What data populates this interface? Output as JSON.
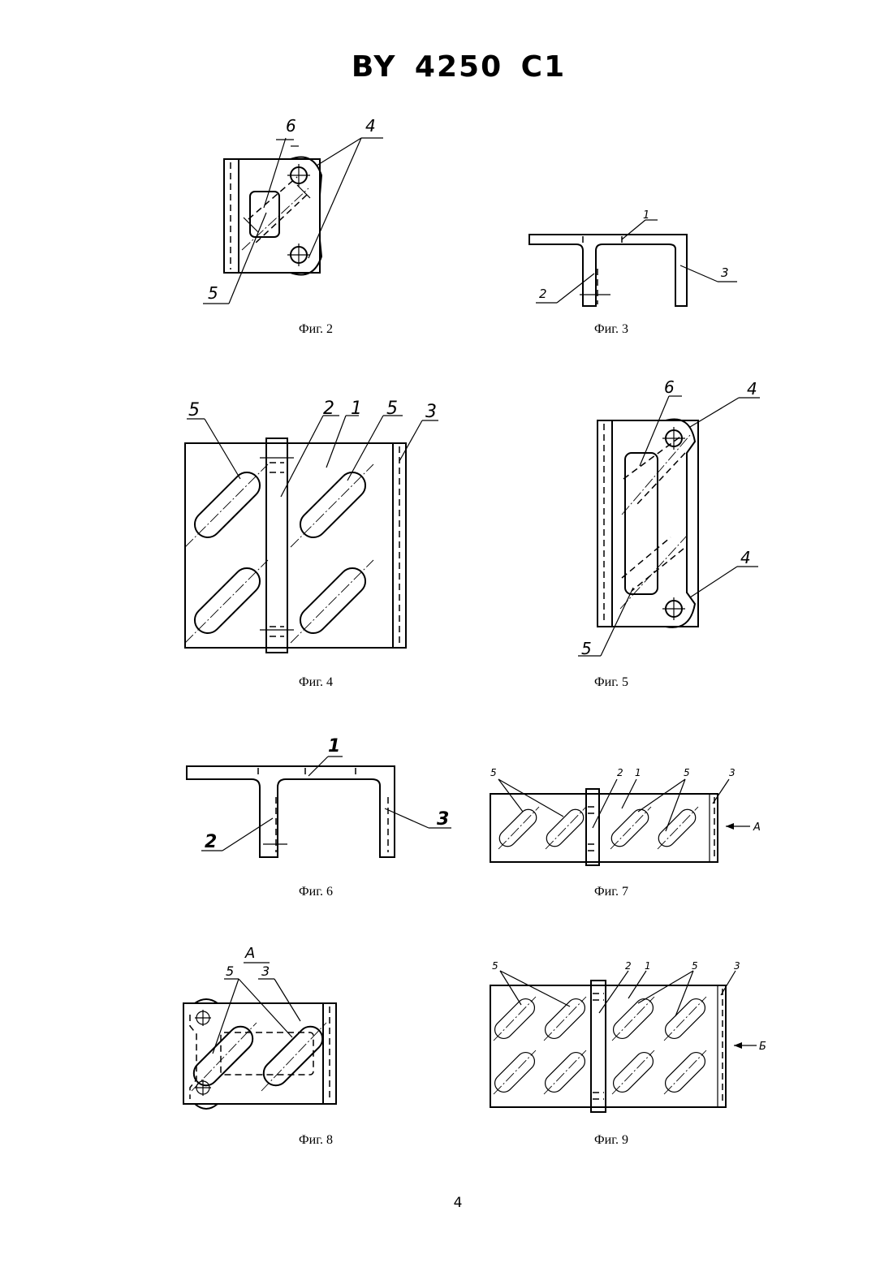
{
  "header": {
    "title": "BY 4250 C1"
  },
  "figures": [
    {
      "caption": "Фиг. 2",
      "labels": [
        "6",
        "4",
        "5"
      ]
    },
    {
      "caption": "Фиг. 3",
      "labels": [
        "1",
        "2",
        "3"
      ]
    },
    {
      "caption": "Фиг. 4",
      "labels": [
        "5",
        "2",
        "1",
        "5",
        "3"
      ]
    },
    {
      "caption": "Фиг. 5",
      "labels": [
        "6",
        "4",
        "4",
        "5"
      ]
    },
    {
      "caption": "Фиг. 6",
      "labels": [
        "1",
        "2",
        "3"
      ]
    },
    {
      "caption": "Фиг. 7",
      "labels": [
        "5",
        "2",
        "1",
        "5",
        "3",
        "A"
      ]
    },
    {
      "caption": "Фиг. 8",
      "labels": [
        "A",
        "5",
        "3"
      ]
    },
    {
      "caption": "Фиг. 9",
      "labels": [
        "5",
        "2",
        "1",
        "5",
        "3",
        "Б"
      ]
    }
  ],
  "footer": {
    "page_number": "4"
  }
}
